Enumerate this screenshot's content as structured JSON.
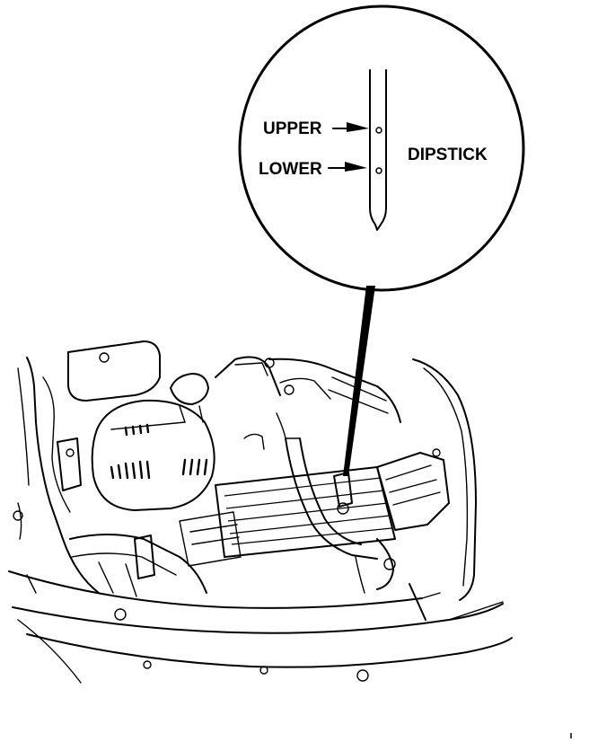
{
  "callout": {
    "upper_label": "UPPER",
    "lower_label": "LOWER",
    "dipstick_label": "DIPSTICK"
  },
  "icons": [
    "dipstick-icon",
    "engine-bay-drawing",
    "leader-line"
  ]
}
